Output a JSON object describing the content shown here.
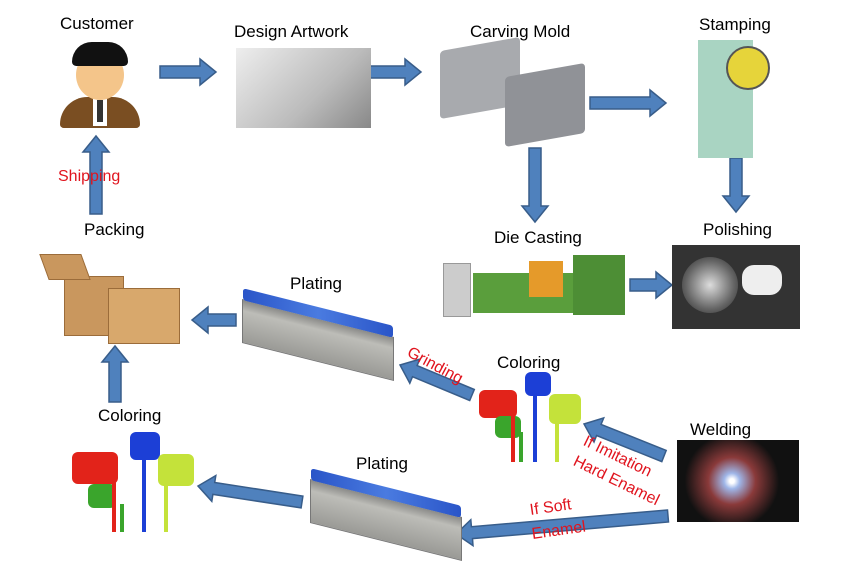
{
  "steps": {
    "customer": "Customer",
    "design_artwork": "Design Artwork",
    "carving_mold": "Carving Mold",
    "stamping": "Stamping",
    "polishing": "Polishing",
    "die_casting": "Die Casting",
    "packing": "Packing",
    "plating_top": "Plating",
    "coloring_middle": "Coloring",
    "welding": "Welding",
    "coloring_left": "Coloring",
    "plating_bottom": "Plating"
  },
  "transitions": {
    "shipping": "Shipping",
    "grinding": "Grinding",
    "if_imitation_line1": "If Imitation",
    "if_imitation_line2": "Hard Enamel",
    "if_soft_line1": "If Soft",
    "if_soft_line2": "Enamel"
  },
  "colors": {
    "arrow_fill": "#4f81bd",
    "arrow_stroke": "#385d8a",
    "transition_text": "#e0141e"
  }
}
